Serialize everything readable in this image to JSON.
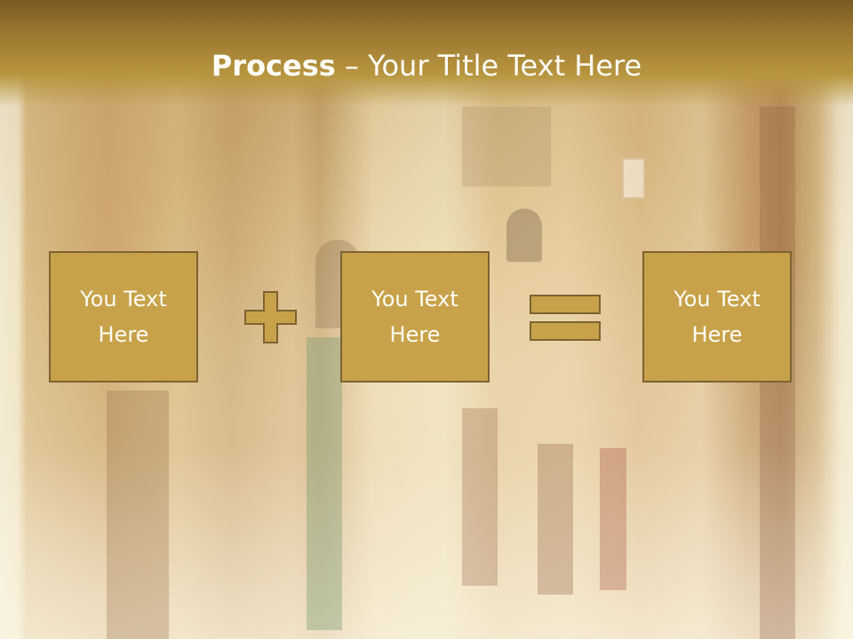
{
  "slide": {
    "title_bold": "Process",
    "title_rest": " – Your Title Text Here"
  },
  "process": {
    "boxes": [
      {
        "line1": "You Text",
        "line2": "Here"
      },
      {
        "line1": "You Text",
        "line2": "Here"
      },
      {
        "line1": "You Text",
        "line2": "Here"
      }
    ],
    "operators": [
      "plus-icon",
      "equals-icon"
    ]
  },
  "colors": {
    "header": "#9a7630",
    "box_fill": "#c8a24a",
    "box_border": "#7d6330",
    "text": "#fffdf6"
  }
}
